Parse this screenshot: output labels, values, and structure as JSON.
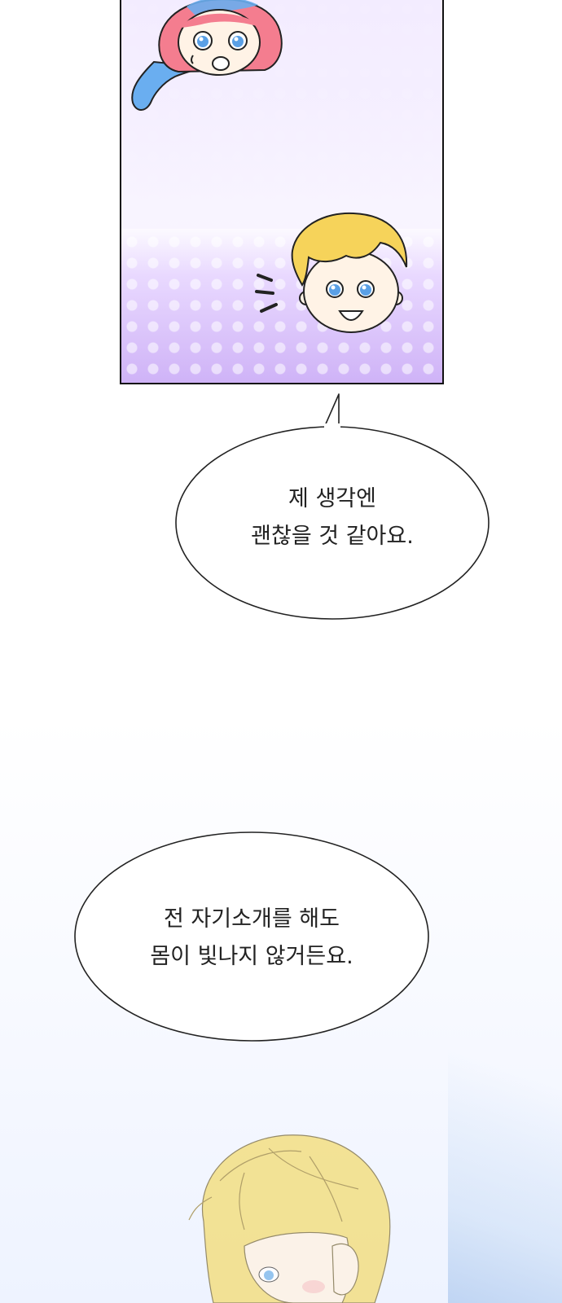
{
  "bubbles": [
    {
      "line1": "제 생각엔",
      "line2": "괜찮을 것 같아요."
    },
    {
      "line1": "전 자기소개를 해도",
      "line2": "몸이 빛나지 않거든요."
    }
  ],
  "colors": {
    "panel_border": "#111111",
    "panel_purple": "#cfb3f7",
    "hair_pink": "#f47d8f",
    "hair_blue": "#6aaef0",
    "hair_blond": "#f6d35a",
    "eye_blue": "#5aa0e6",
    "skin": "#fff3e6",
    "bubble_fill": "#ffffff",
    "bubble_stroke": "#222222"
  },
  "icons": [
    "girl-character",
    "boy-character",
    "motion-lines",
    "speech-bubble",
    "blond-man-character"
  ]
}
